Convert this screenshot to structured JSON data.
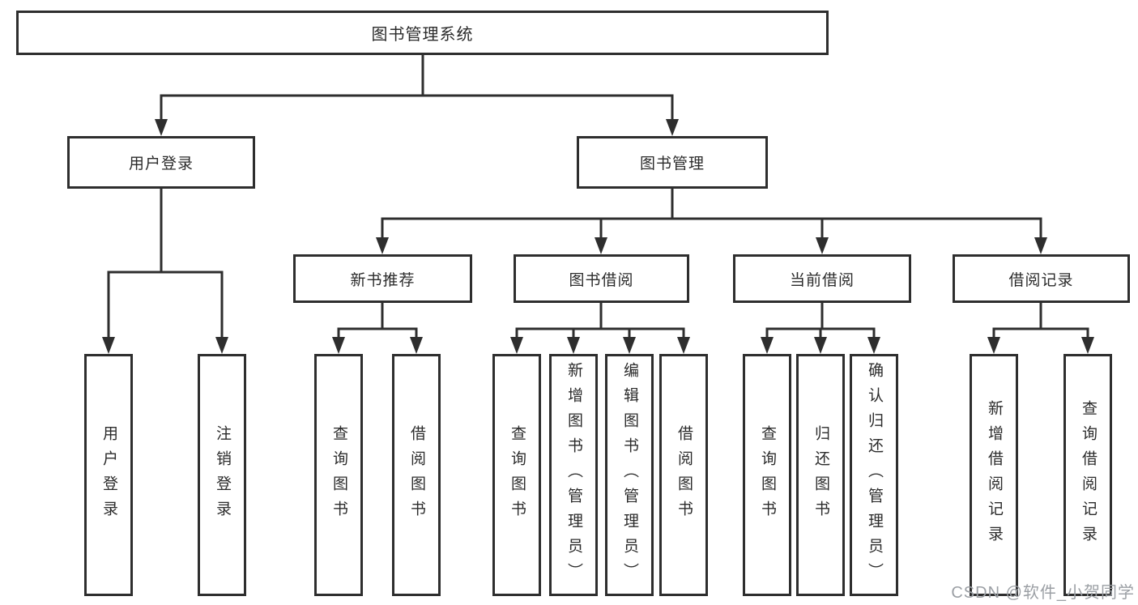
{
  "diagram": {
    "root": {
      "label": "图书管理系统"
    },
    "branches": [
      {
        "label": "用户登录",
        "children": [
          {
            "label": "用户登录"
          },
          {
            "label": "注销登录"
          }
        ]
      },
      {
        "label": "图书管理",
        "children": [
          {
            "label": "新书推荐",
            "children": [
              {
                "label": "查询图书"
              },
              {
                "label": "借阅图书"
              }
            ]
          },
          {
            "label": "图书借阅",
            "children": [
              {
                "label": "查询图书"
              },
              {
                "label": "新增图书（管理员）"
              },
              {
                "label": "编辑图书（管理员）"
              },
              {
                "label": "借阅图书"
              }
            ]
          },
          {
            "label": "当前借阅",
            "children": [
              {
                "label": "查询图书"
              },
              {
                "label": "归还图书"
              },
              {
                "label": "确认归还（管理员）"
              }
            ]
          },
          {
            "label": "借阅记录",
            "children": [
              {
                "label": "新增借阅记录"
              },
              {
                "label": "查询借阅记录"
              }
            ]
          }
        ]
      }
    ]
  },
  "watermark": {
    "text": "CSDN @软件_小贺同学"
  },
  "colors": {
    "line": "#2e2e2e",
    "text": "#2b2b2b",
    "watermark": "#9b9fa4",
    "background": "#ffffff"
  }
}
